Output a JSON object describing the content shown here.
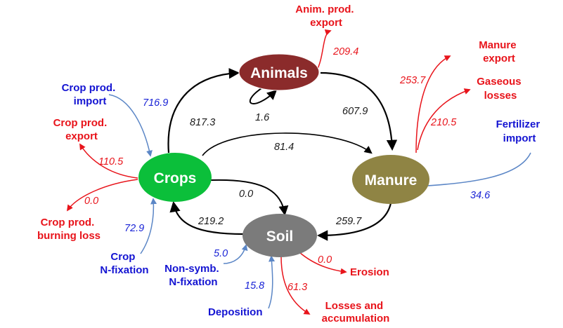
{
  "nodes": {
    "animals": {
      "label": "Animals",
      "color": "#8b2b2b"
    },
    "crops": {
      "label": "Crops",
      "color": "#0bbf3a"
    },
    "manure": {
      "label": "Manure",
      "color": "#8f8444"
    },
    "soil": {
      "label": "Soil",
      "color": "#7b7b7b"
    }
  },
  "flows": {
    "crops_to_animals": "817.3",
    "animals_self": "1.6",
    "animals_to_manure": "607.9",
    "crops_to_manure": "81.4",
    "crops_to_soil": "0.0",
    "soil_to_crops": "219.2",
    "manure_to_soil": "259.7",
    "anim_prod_export": "209.4",
    "manure_export": "253.7",
    "gaseous_losses": "210.5",
    "fertilizer_import": "34.6",
    "crop_prod_import": "716.9",
    "crop_prod_export": "110.5",
    "crop_burning_loss": "0.0",
    "crop_n_fixation": "72.9",
    "nonsymb_n_fixation": "5.0",
    "deposition": "15.8",
    "losses_accumulation": "61.3",
    "erosion": "0.0"
  },
  "labels": {
    "anim_prod_export": [
      "Anim. prod.",
      "export"
    ],
    "manure_export": [
      "Manure",
      "export"
    ],
    "gaseous_losses": [
      "Gaseous",
      "losses"
    ],
    "fertilizer_import": [
      "Fertilizer",
      "import"
    ],
    "crop_prod_import": [
      "Crop prod.",
      "import"
    ],
    "crop_prod_export": [
      "Crop prod.",
      "export"
    ],
    "crop_burning_loss": [
      "Crop prod.",
      "burning loss"
    ],
    "crop_n_fixation": [
      "Crop",
      "N-fixation"
    ],
    "nonsymb_n_fixation": [
      "Non-symb.",
      "N-fixation"
    ],
    "deposition": [
      "Deposition"
    ],
    "losses_accumulation": [
      "Losses and",
      "accumulation"
    ],
    "erosion": [
      "Erosion"
    ]
  },
  "colors": {
    "internal_arrow": "#000000",
    "loss_arrow": "#e8141b",
    "input_arrow": "#5b86c6",
    "loss_text": "#e8141b",
    "input_text": "#1414d2"
  }
}
